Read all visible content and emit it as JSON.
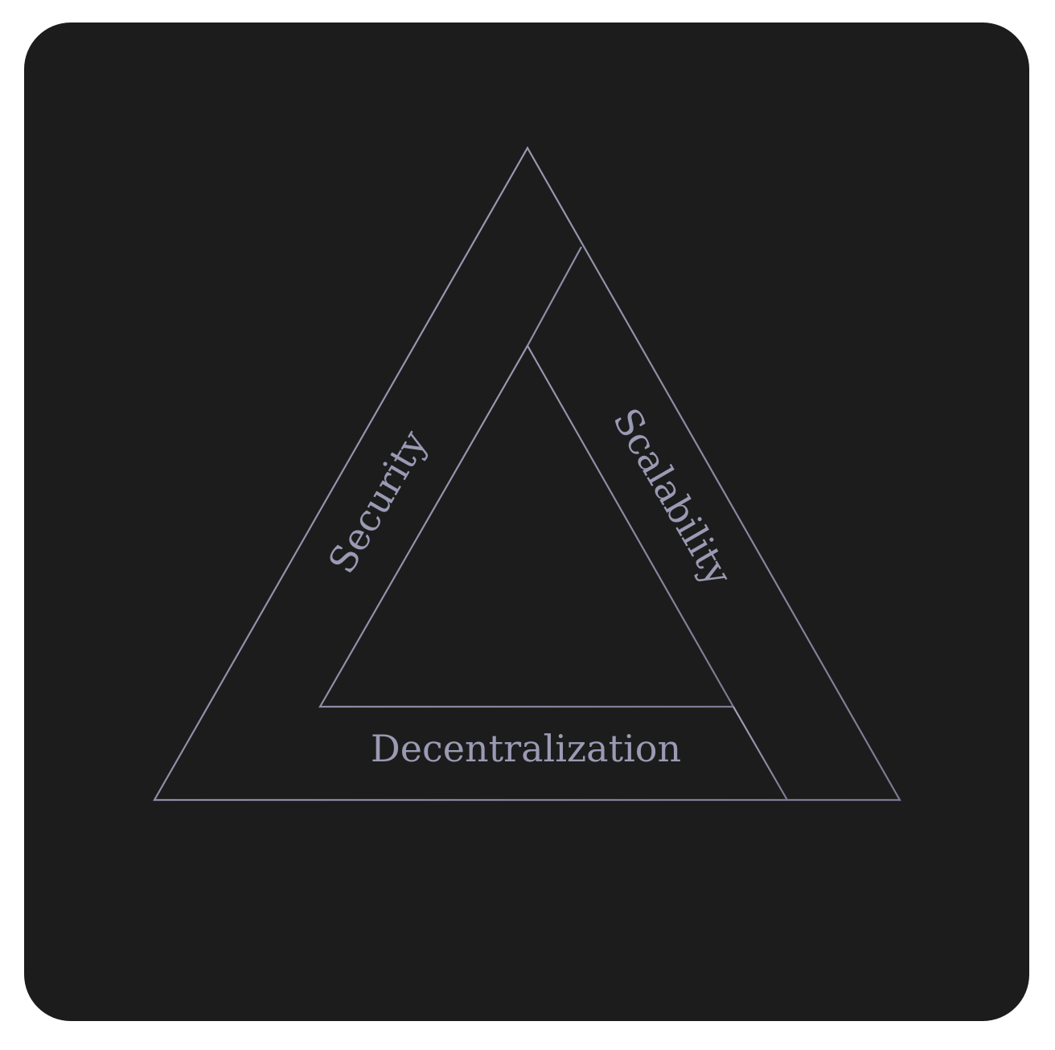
{
  "diagram": {
    "labels": {
      "security": "Security",
      "scalability": "Scalability",
      "decentralization": "Decentralization"
    },
    "colors": {
      "background": "#1c1c1c",
      "stroke": "#8e8ea6",
      "text": "#9a9ab4"
    }
  }
}
